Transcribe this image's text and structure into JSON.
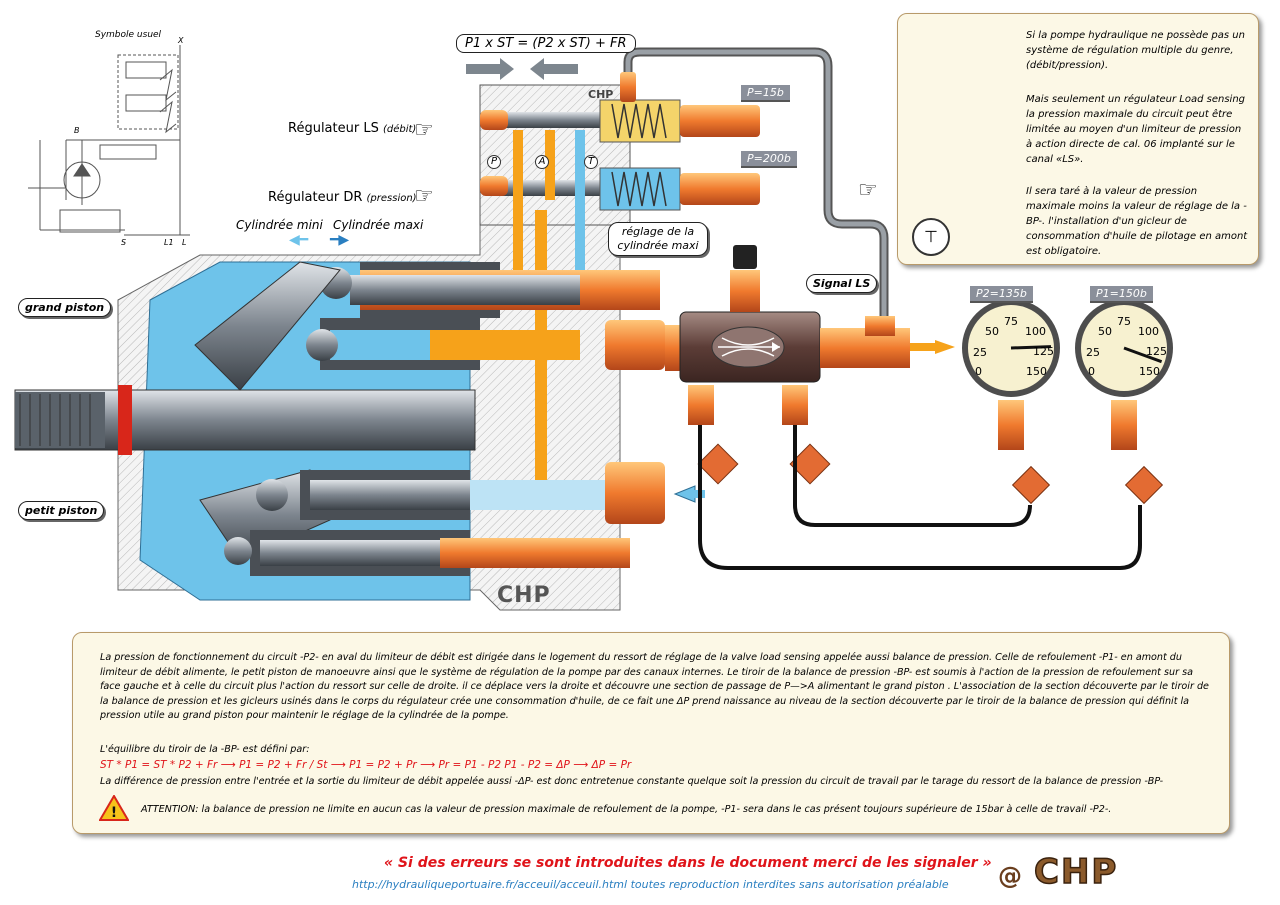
{
  "symbol_title": "Symbole usuel",
  "symbol_ports": {
    "x": "X",
    "b": "B",
    "s": "S",
    "l1": "L1",
    "l": "L"
  },
  "formula_top": "P1 x ST = (P2 x ST) + FR",
  "regulators": {
    "ls": {
      "label": "Régulateur LS",
      "suffix": "(débit)"
    },
    "dr": {
      "label": "Régulateur DR",
      "suffix": "(pression)"
    }
  },
  "ports": {
    "p": "P",
    "a": "A",
    "t": "T"
  },
  "body_brand": "CHP",
  "cylinder": {
    "min": "Cylindrée mini",
    "max": "Cylindrée maxi"
  },
  "callouts": {
    "max_setting": "réglage de la cylindrée maxi",
    "signal_ls": "Signal LS",
    "grand_piston": "grand piston",
    "petit_piston": "petit piston"
  },
  "pressure_badges": {
    "p15": "P=15b",
    "p200": "P=200b",
    "p2": "P2=135b",
    "p1": "P1=150b"
  },
  "gauges": [
    {
      "name": "gauge-p2",
      "ticks": [
        "0",
        "25",
        "50",
        "75",
        "100",
        "125",
        "150"
      ],
      "needle_value": 135
    },
    {
      "name": "gauge-p1",
      "ticks": [
        "0",
        "25",
        "50",
        "75",
        "100",
        "125",
        "150"
      ],
      "needle_value": 150
    }
  ],
  "info_top": {
    "p1": "Si la pompe hydraulique ne possède pas un système de régulation multiple du genre, (débit/pression).",
    "p2": "Mais seulement un régulateur Load sensing la pression maximale du circuit peut être limitée au moyen d'un limiteur de pression à action directe de cal. 06 implanté sur le canal «LS».",
    "p3": "Il sera taré à la valeur de pression maximale moins la valeur de réglage de la -BP-. l'installation d'un gicleur de consommation d'huile de pilotage en amont est obligatoire."
  },
  "bottom": {
    "para": "La pression de fonctionnement du circuit -P2- en aval du limiteur de débit est dirigée dans le logement du ressort de réglage de la valve load sensing appelée aussi balance de pression. Celle de refoulement -P1- en amont du limiteur de débit alimente, le petit piston de manoeuvre ainsi que le système de régulation de la pompe par des canaux internes. Le tiroir de la balance de pression -BP- est soumis à l'action de la pression de refoulement sur sa face gauche et à celle du circuit plus l'action du ressort sur celle de droite. il ce déplace vers la droite et découvre une section de passage de P—>A alimentant le grand piston . L'association de la section découverte par le tiroir de la balance de pression et les gicleurs usinés dans le corps du régulateur crée une consommation d'huile, de ce fait une ΔP prend naissance au niveau de la section découverte par le tiroir de la balance de pression qui définit la pression utile au grand piston pour maintenir le réglage de la cylindrée de la pompe.",
    "eq_title": "L'équilibre du tiroir de la -BP- est défini par:",
    "eq": "ST * P1 = ST * P2 + Fr ⟶ P1 = P2 + Fr / St ⟶ P1 = P2 + Pr ⟶ Pr = P1 - P2 P1 - P2 = ΔP ⟶ ΔP = Pr",
    "diff": "La différence de pression entre l'entrée et la sortie du limiteur de débit appelée aussi -ΔP- est donc entretenue constante quelque soit la pression du circuit de travail par le tarage du ressort de la balance de pression -BP-",
    "attention": "ATTENTION: la balance de pression ne limite en aucun cas la valeur de pression maximale de refoulement de la pompe, -P1- sera dans le cas présent toujours supérieure de 15bar à celle de travail -P2-."
  },
  "footer": {
    "quote": "« Si des erreurs se sont introduites dans le document merci de les signaler »",
    "url": "http://hydrauliqueportuaire.fr/acceuil/acceuil.html toutes reproduction interdites sans autorisation préalable",
    "at": "@",
    "logo": "CHP"
  },
  "colors": {
    "oil_blue": "#6ec3ea",
    "pilot_orange": "#f6a21a",
    "fitting": "#e87a3c",
    "red_text": "#e0141a",
    "info_bg": "#fcf8e6"
  }
}
